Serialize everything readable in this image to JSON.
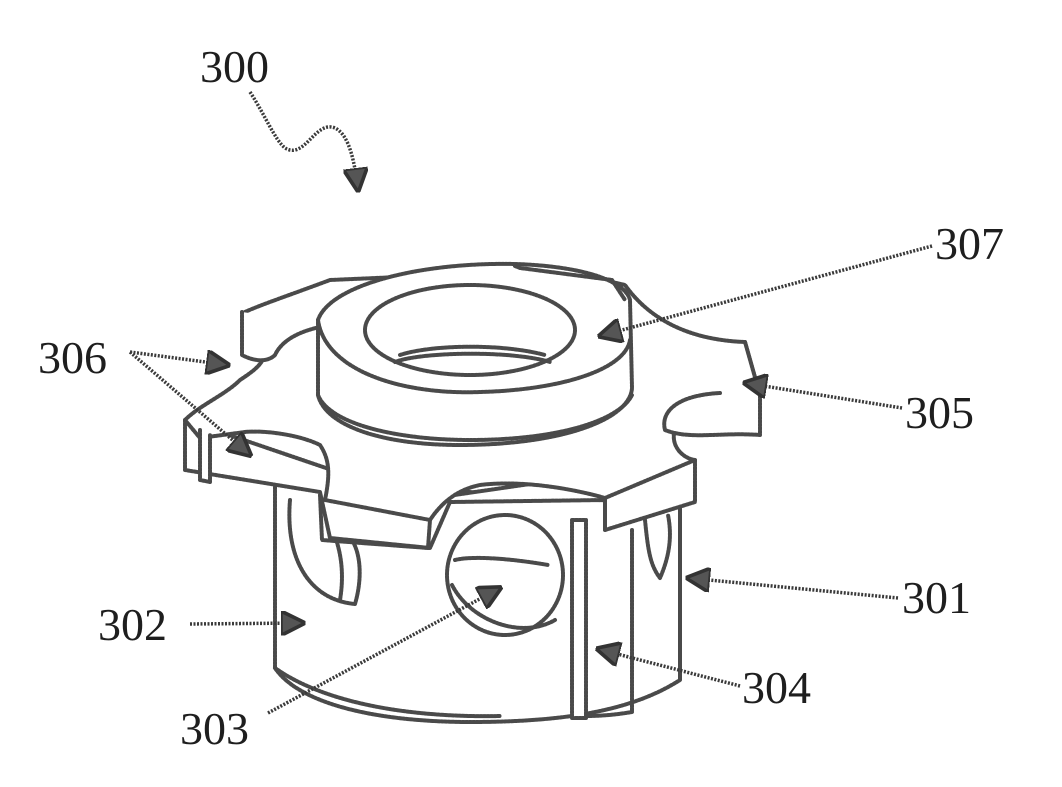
{
  "labels": {
    "assembly": "300",
    "body": "301",
    "side_face": "302",
    "side_hole": "303",
    "slot": "304",
    "flange_lobe": "305",
    "flange_notches": "306",
    "collar_bore": "307"
  },
  "colors": {
    "ink": "#1e1e1e",
    "line": "#4a4a4a",
    "background": "#ffffff"
  }
}
